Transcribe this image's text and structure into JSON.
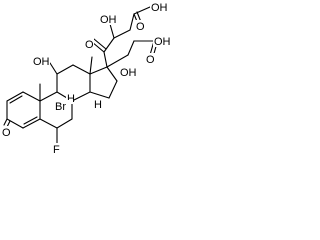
{
  "atom_labels": {
    "carboxyl_oh_1": "OH",
    "carboxyl_o_1": "O",
    "hydroxy_oh_side": "OH",
    "ketone_o_side": "O",
    "carboxyl_oh_2": "OH",
    "carboxyl_o_2": "O",
    "hydroxy_oh_c11": "OH",
    "hydroxy_oh_c17": "OH",
    "bromine": "Br",
    "ketone_o_c3": "O",
    "fluorine": "F",
    "hydrogen_a": "H",
    "hydrogen_b": "H"
  },
  "colors": {
    "bond": "#000000",
    "background": "#ffffff"
  }
}
